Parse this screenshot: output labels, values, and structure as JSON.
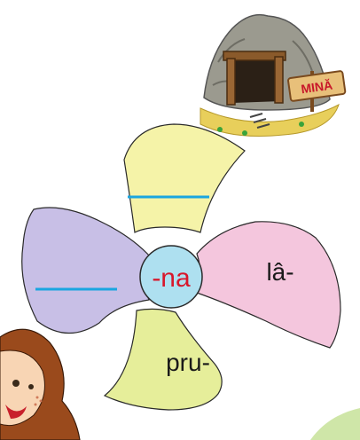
{
  "center_syllable": "-na",
  "mine_sign": "MINĂ",
  "petals": [
    {
      "id": "top",
      "text": "",
      "color": "#f5f3a8",
      "blank": true
    },
    {
      "id": "left",
      "text": "",
      "color": "#c8bfe6",
      "blank": true
    },
    {
      "id": "right",
      "text": "lâ-",
      "color": "#f4c6dd",
      "blank": false
    },
    {
      "id": "bottom",
      "text": "pru-",
      "color": "#e6ee9a",
      "blank": false
    }
  ],
  "colors": {
    "center_fill": "#aee0f0",
    "center_text": "#d8172b",
    "blank_line": "#1aa6e0",
    "petal_outline": "#2a2a2a"
  }
}
